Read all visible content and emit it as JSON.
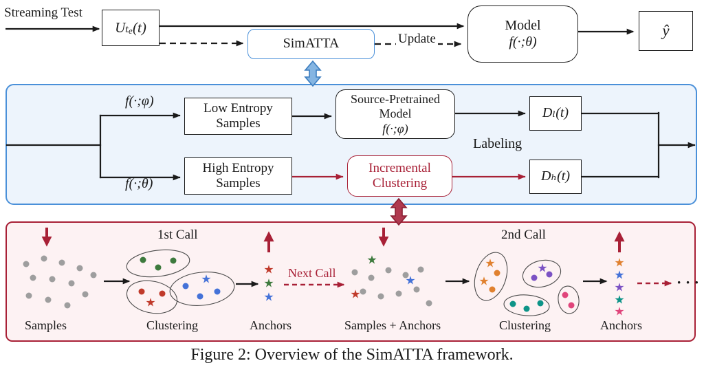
{
  "colors": {
    "black": "#1a1a1a",
    "blue_accent": "#4a90d9",
    "blue_panel_bg": "#edf4fc",
    "red_accent": "#a82036",
    "red_panel_bg": "#fdf2f3",
    "gray_dot": "#9e9e9e",
    "green_point": "#3d7a3d",
    "red_point": "#c03a2b",
    "blue_point": "#4472d8",
    "orange_point": "#e0812f",
    "purple_point": "#7b52c4",
    "teal_point": "#0d9488",
    "pink_point": "#e0457b"
  },
  "top": {
    "streaming_test": "Streaming Test",
    "ute": "Uₜₑ(t)",
    "simatta": "SimATTA",
    "update": "Update",
    "model_line1": "Model",
    "model_line2": "f(·;θ)",
    "yhat": "ŷ"
  },
  "middle": {
    "f_phi": "f(·;φ)",
    "f_theta": "f(·;θ)",
    "low_line1": "Low Entropy",
    "low_line2": "Samples",
    "high_line1": "High Entropy",
    "high_line2": "Samples",
    "sp_line1": "Source-Pretrained",
    "sp_line2": "Model",
    "sp_line3": "f(·;φ)",
    "labeling": "Labeling",
    "incremental_line1": "Incremental",
    "incremental_line2": "Clustering",
    "dl": "Dₗ(t)",
    "dh": "Dₕ(t)"
  },
  "bottom": {
    "first_call": "1st Call",
    "second_call": "2nd Call",
    "next_call": "Next Call",
    "samples": "Samples",
    "clustering_1": "Clustering",
    "anchors_1": "Anchors",
    "samples_anchors": "Samples + Anchors",
    "clustering_2": "Clustering",
    "anchors_2": "Anchors",
    "ellipsis": "· · ·"
  },
  "caption": "Figure 2: Overview of the SimATTA framework.",
  "star_glyph": "★",
  "scatter": {
    "dot_groups": [
      {
        "name": "samples-gray",
        "color": "#9e9e9e",
        "points": [
          [
            38,
            384
          ],
          [
            64,
            376
          ],
          [
            90,
            382
          ],
          [
            116,
            390
          ],
          [
            136,
            400
          ],
          [
            48,
            404
          ],
          [
            76,
            406
          ],
          [
            104,
            412
          ],
          [
            42,
            430
          ],
          [
            70,
            436
          ],
          [
            98,
            444
          ],
          [
            124,
            428
          ]
        ]
      },
      {
        "name": "cluster1-green",
        "color": "#3d7a3d",
        "points": [
          [
            208,
            378
          ],
          [
            230,
            389
          ],
          [
            252,
            379
          ]
        ]
      },
      {
        "name": "cluster1-red",
        "color": "#c03a2b",
        "points": [
          [
            206,
            424
          ],
          [
            236,
            427
          ]
        ]
      },
      {
        "name": "cluster1-blue",
        "color": "#4472d8",
        "points": [
          [
            270,
            416
          ],
          [
            291,
            431
          ],
          [
            316,
            424
          ]
        ]
      },
      {
        "name": "samples2-gray",
        "color": "#9e9e9e",
        "points": [
          [
            516,
            396
          ],
          [
            540,
            404
          ],
          [
            565,
            393
          ],
          [
            590,
            400
          ],
          [
            612,
            392
          ],
          [
            528,
            424
          ],
          [
            554,
            431
          ],
          [
            580,
            427
          ],
          [
            606,
            421
          ],
          [
            624,
            441
          ]
        ]
      },
      {
        "name": "cluster2-orange",
        "color": "#e0812f",
        "points": [
          [
            723,
            397
          ],
          [
            716,
            421
          ]
        ]
      },
      {
        "name": "cluster2-purple",
        "color": "#7b52c4",
        "points": [
          [
            777,
            404
          ],
          [
            799,
            399
          ]
        ]
      },
      {
        "name": "cluster2-teal",
        "color": "#0d9488",
        "points": [
          [
            746,
            442
          ],
          [
            766,
            449
          ],
          [
            786,
            441
          ]
        ]
      },
      {
        "name": "cluster2-pink",
        "color": "#e0457b",
        "points": [
          [
            822,
            429
          ],
          [
            831,
            444
          ]
        ]
      }
    ],
    "star_groups": [
      {
        "name": "cluster1-red-anchor",
        "color": "#c03a2b",
        "points": [
          [
            219,
            441
          ]
        ]
      },
      {
        "name": "cluster1-blue-anchor",
        "color": "#4472d8",
        "points": [
          [
            300,
            407
          ]
        ]
      },
      {
        "name": "anchors1-red",
        "color": "#c03a2b",
        "points": [
          [
            391,
            393
          ]
        ]
      },
      {
        "name": "anchors1-green",
        "color": "#3d7a3d",
        "points": [
          [
            391,
            413
          ]
        ]
      },
      {
        "name": "anchors1-blue",
        "color": "#4472d8",
        "points": [
          [
            391,
            433
          ]
        ]
      },
      {
        "name": "samples2-green-anchor",
        "color": "#3d7a3d",
        "points": [
          [
            541,
            379
          ]
        ]
      },
      {
        "name": "samples2-blue-anchor",
        "color": "#4472d8",
        "points": [
          [
            597,
            409
          ]
        ]
      },
      {
        "name": "samples2-red-anchor",
        "color": "#c03a2b",
        "points": [
          [
            517,
            429
          ]
        ]
      },
      {
        "name": "cluster2-orange-anchor",
        "color": "#e0812f",
        "points": [
          [
            713,
            384
          ],
          [
            704,
            410
          ]
        ]
      },
      {
        "name": "cluster2-purple-anchor",
        "color": "#7b52c4",
        "points": [
          [
            789,
            391
          ]
        ]
      },
      {
        "name": "anchors2-orange",
        "color": "#e0812f",
        "points": [
          [
            901,
            383
          ]
        ]
      },
      {
        "name": "anchors2-blue",
        "color": "#4472d8",
        "points": [
          [
            901,
            401
          ]
        ]
      },
      {
        "name": "anchors2-purple",
        "color": "#7b52c4",
        "points": [
          [
            901,
            419
          ]
        ]
      },
      {
        "name": "anchors2-teal",
        "color": "#0d9488",
        "points": [
          [
            901,
            437
          ]
        ]
      },
      {
        "name": "anchors2-pink",
        "color": "#e0457b",
        "points": [
          [
            901,
            454
          ]
        ]
      }
    ]
  }
}
